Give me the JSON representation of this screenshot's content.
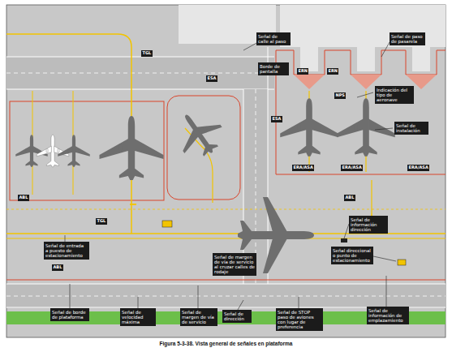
{
  "diagram": {
    "caption": "Figura 5-3-38. Vista general de señales en plataforma",
    "nodes": [
      {
        "text": [
          "Señal de calle al paso"
        ]
      },
      {
        "text": [
          "Borde de pantalla"
        ]
      },
      {
        "text": [
          "Señal de paso de pasarela"
        ]
      },
      {
        "text": [
          "Indicación del tipo de aeronave"
        ]
      },
      {
        "text": [
          "Señal de instalación"
        ]
      },
      {
        "text": [
          "Señal de información dirección"
        ]
      },
      {
        "text": [
          "Señal direccional o punto de estacionamiento"
        ]
      },
      {
        "text": [
          "Señal de margen de vía de servicio al cruzar calles de rodaje"
        ]
      },
      {
        "text": [
          "Señal de entrada a puesto de estacionamiento"
        ]
      },
      {
        "text": [
          "Señal de borde de plataforma"
        ]
      },
      {
        "text": [
          "Señal de velocidad máxima"
        ]
      },
      {
        "text": [
          "Señal de margen de vía de servicio"
        ]
      },
      {
        "text": [
          "Señal de dirección"
        ]
      },
      {
        "text": [
          "Señal de STOP paso de aviones con lugar de preferencia"
        ]
      },
      {
        "text": [
          "Señal de información de emplazamiento"
        ]
      },
      {
        "text": [
          "TGL"
        ]
      },
      {
        "text": [
          "TGL"
        ]
      },
      {
        "text": [
          "ESA"
        ]
      },
      {
        "text": [
          "ESA"
        ]
      },
      {
        "text": [
          "ERN"
        ]
      },
      {
        "text": [
          "ERN"
        ]
      },
      {
        "text": [
          "NPS"
        ]
      },
      {
        "text": [
          "ERA/ASA"
        ]
      },
      {
        "text": [
          "ERA/ASA"
        ]
      },
      {
        "text": [
          "ERA/ASA"
        ]
      },
      {
        "text": [
          "ABL"
        ]
      },
      {
        "text": [
          "ABL"
        ]
      },
      {
        "text": [
          "ABL"
        ]
      }
    ]
  }
}
